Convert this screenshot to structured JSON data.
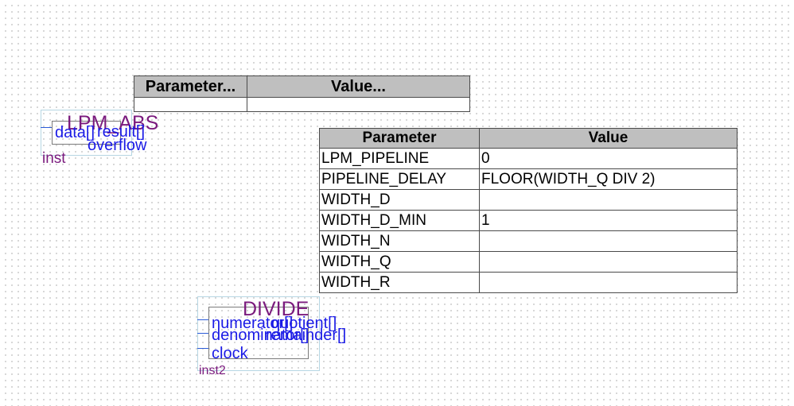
{
  "param_table_empty": {
    "headers": [
      "Parameter...",
      "Value..."
    ],
    "rows": [
      [
        "",
        ""
      ]
    ]
  },
  "param_table": {
    "headers": [
      "Parameter",
      "Value"
    ],
    "rows": [
      [
        "LPM_PIPELINE",
        "0"
      ],
      [
        "PIPELINE_DELAY",
        "FLOOR(WIDTH_Q DIV 2)"
      ],
      [
        "WIDTH_D",
        ""
      ],
      [
        "WIDTH_D_MIN",
        "1"
      ],
      [
        "WIDTH_N",
        ""
      ],
      [
        "WIDTH_Q",
        ""
      ],
      [
        "WIDTH_R",
        ""
      ]
    ]
  },
  "lpm_abs": {
    "title": "LPM_ABS",
    "instance": "inst",
    "inputs": [
      "data[]"
    ],
    "outputs": [
      "result[]",
      "overflow"
    ]
  },
  "divide": {
    "title": "DIVIDE",
    "instance": "inst2",
    "inputs": [
      "numerator[]",
      "denominator[]",
      "clock"
    ],
    "outputs": [
      "quotient[]",
      "remainder[]"
    ]
  },
  "colors": {
    "title": "#7a1a7d",
    "port": "#1a1ae6",
    "header_bg": "#bfbfbf",
    "selection": "#b6d6e3"
  }
}
